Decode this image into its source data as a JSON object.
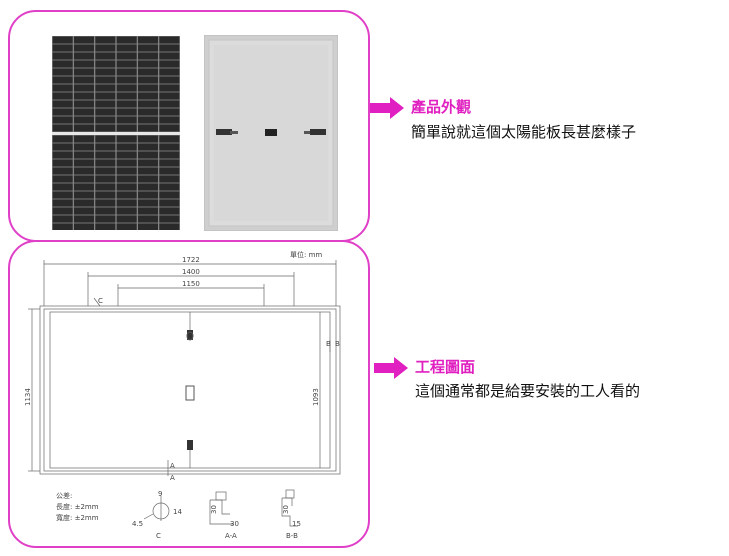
{
  "section_appearance": {
    "title": "產品外觀",
    "description": "簡單說就這個太陽能板長甚麼樣子"
  },
  "section_engineering": {
    "title": "工程圖面",
    "description": "這個通常都是給要安裝的工人看的"
  },
  "drawing": {
    "unit_label": "單位: mm",
    "dim_1722": "1722",
    "dim_1400": "1400",
    "dim_1150": "1150",
    "dim_1134": "1134",
    "dim_1093": "1093",
    "detail_c_marker": "C",
    "tolerance_title": "公差:",
    "tolerance_length": "長度: ±2mm",
    "tolerance_width": "寬度: ±2mm",
    "detail_c_label": "C",
    "detail_aa_label": "A-A",
    "detail_bb_label": "B-B",
    "detail_c_9": "9",
    "detail_c_14": "14",
    "detail_c_45": "4.5",
    "detail_aa_30v": "30",
    "detail_aa_30h": "30",
    "detail_bb_30": "30",
    "detail_bb_15": "15",
    "section_a": "A",
    "section_b": "B"
  },
  "colors": {
    "frame_border": "#e040c8",
    "accent_text": "#e020c0",
    "cell_dark": "#2a2a2a",
    "back_panel": "#d6d6d6"
  }
}
